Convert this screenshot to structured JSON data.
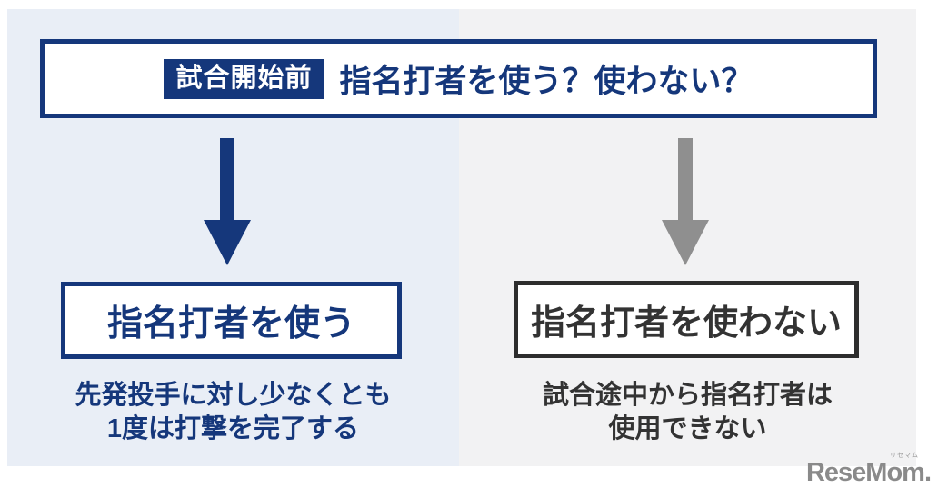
{
  "header": {
    "badge": "試合開始前",
    "title": "指名打者を使う？使わない？"
  },
  "branches": {
    "left": {
      "box_label": "指名打者を使う",
      "caption_line1": "先発投手に対し少なくとも",
      "caption_line2": "1度は打撃を完了する"
    },
    "right": {
      "box_label": "指名打者を使わない",
      "caption_line1": "試合途中から指名打者は",
      "caption_line2": "使用できない"
    }
  },
  "watermark": {
    "logo_text": "ReseMom.",
    "ruby": "リセマム"
  },
  "colors": {
    "navy": "#15377b",
    "arrow_gray": "#8f8f8f",
    "left_panel_bg": "#e9eef6",
    "right_panel_bg": "#f2f2f3",
    "dark_border": "#2d2d2d",
    "dark_text": "#333333",
    "logo_gray": "#8a8a8a"
  }
}
